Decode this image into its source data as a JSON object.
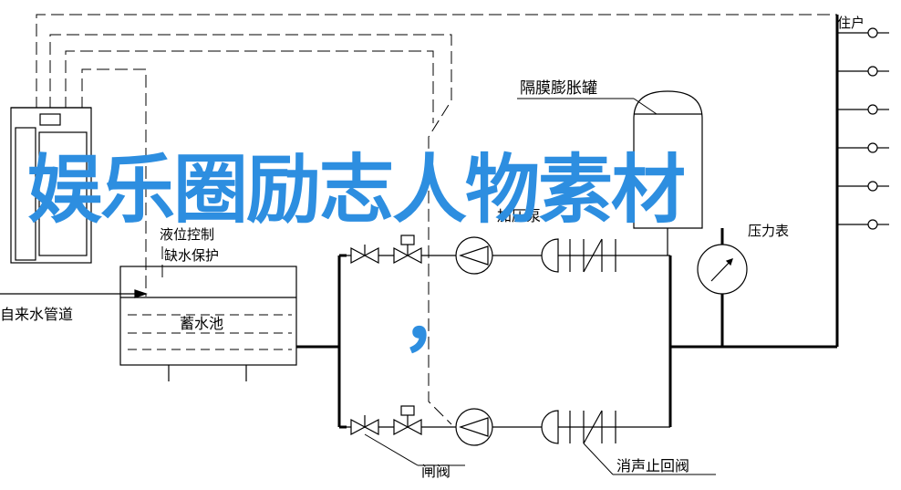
{
  "labels": {
    "resident": "住户",
    "expansion_tank": "隔膜膨胀罐",
    "tap_water_pipe": "自来水管道",
    "level_control": "液位控制",
    "water_shortage": "缺水保护",
    "storage_pool": "蓄水池",
    "booster_pump": "加压泵",
    "pressure_gauge": "压力表",
    "gate_valve": "闸阀",
    "check_valve": "消声止回阀"
  },
  "overlay": {
    "title": "娱乐圈励志人物素材",
    "comma": "，"
  },
  "colors": {
    "line": "#000000",
    "overlay": "#2d8ee0"
  }
}
